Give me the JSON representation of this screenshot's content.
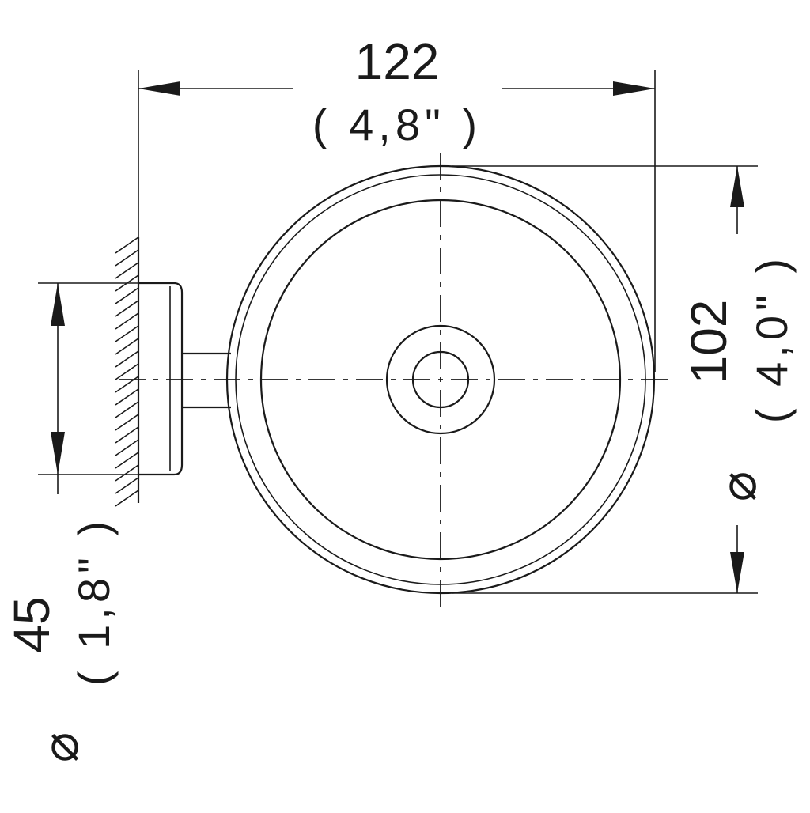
{
  "drawing": {
    "width_dimension": {
      "value": "122",
      "imperial": "( 4,8\" )"
    },
    "diameter_dimension": {
      "symbol": "⌀",
      "value": "102",
      "imperial": "( 4,0\" )"
    },
    "base_dimension": {
      "symbol": "⌀",
      "value": "45",
      "imperial": "( 1,8\" )"
    }
  },
  "colors": {
    "line": "#1a1a1a",
    "background": "#ffffff"
  }
}
